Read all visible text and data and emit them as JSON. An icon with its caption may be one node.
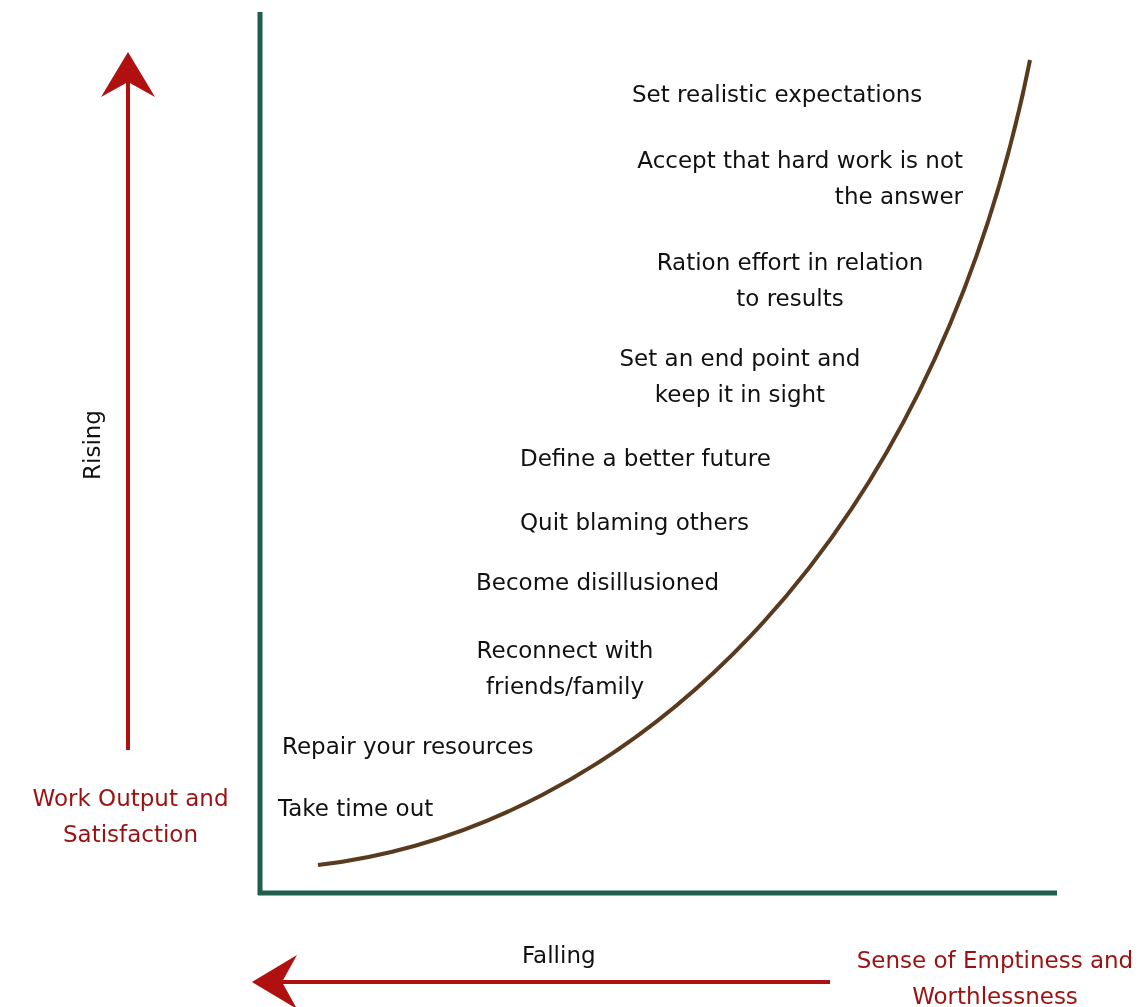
{
  "diagram": {
    "labels": [
      "Set realistic expectations",
      "Accept that hard work is not the answer",
      "Ration effort in relation to results",
      "Set an end point and keep it in sight",
      "Define a better future",
      "Quit blaming others",
      "Become disillusioned",
      "Reconnect with friends/family",
      "Repair your resources",
      "Take time out",
      "Rising",
      "Work Output and Satisfaction",
      "Falling",
      "Sense of Emptiness and Worthlessness"
    ]
  }
}
